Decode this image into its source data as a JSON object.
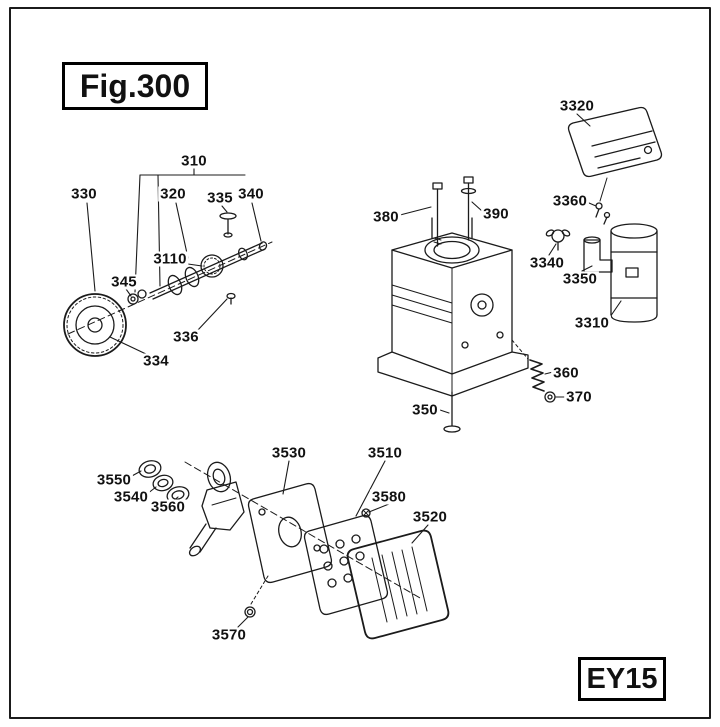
{
  "figure": {
    "title": "Fig.300",
    "model_code": "EY15"
  },
  "part_numbers": {
    "p310": "310",
    "p330": "330",
    "p320": "320",
    "p335": "335",
    "p340": "340",
    "p3110": "3110",
    "p345": "345",
    "p336": "336",
    "p334": "334",
    "p3320": "3320",
    "p380": "380",
    "p390": "390",
    "p3360": "3360",
    "p3340": "3340",
    "p3350": "3350",
    "p3310": "3310",
    "p360": "360",
    "p370": "370",
    "p350": "350",
    "p3530": "3530",
    "p3510": "3510",
    "p3550": "3550",
    "p3540": "3540",
    "p3560": "3560",
    "p3580": "3580",
    "p3520": "3520",
    "p3570": "3570"
  }
}
